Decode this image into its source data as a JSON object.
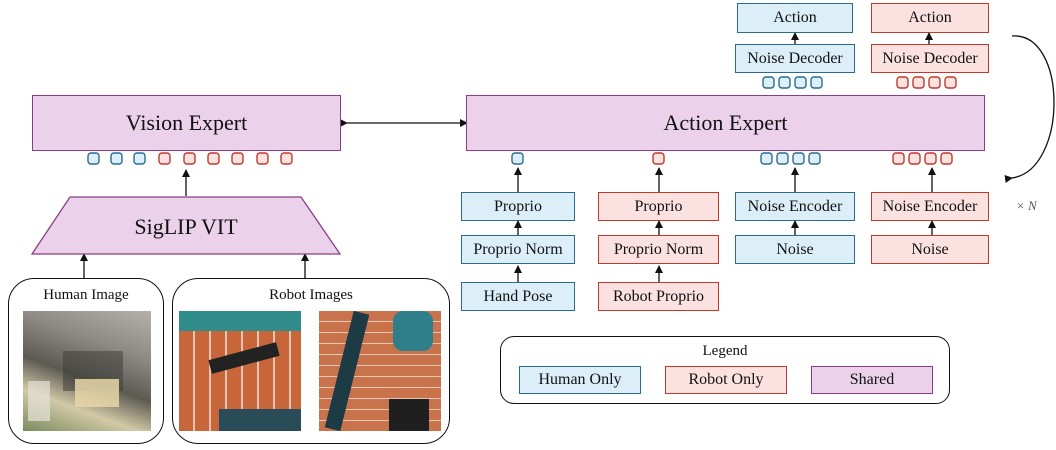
{
  "colors": {
    "human": "#dceff9",
    "human_border": "#2a6b90",
    "robot": "#fbe1e0",
    "robot_border": "#c0392b",
    "shared": "#ecd1ea",
    "shared_border": "#8a3d88"
  },
  "vision_expert": "Vision Expert",
  "action_expert": "Action Expert",
  "siglip": "SigLIP VIT",
  "human_image": "Human Image",
  "robot_images": "Robot Images",
  "human_stack": {
    "proprio": "Proprio",
    "proprio_norm": "Proprio Norm",
    "hand_pose": "Hand Pose"
  },
  "robot_stack": {
    "proprio": "Proprio",
    "proprio_norm": "Proprio Norm",
    "robot_proprio": "Robot Proprio"
  },
  "noise_human": {
    "encoder": "Noise Encoder",
    "noise": "Noise"
  },
  "noise_robot": {
    "encoder": "Noise Encoder",
    "noise": "Noise"
  },
  "decoder_human": {
    "decoder": "Noise Decoder",
    "action": "Action"
  },
  "decoder_robot": {
    "decoder": "Noise Decoder",
    "action": "Action"
  },
  "repeat": "× N",
  "legend": {
    "title": "Legend",
    "human": "Human Only",
    "robot": "Robot Only",
    "shared": "Shared"
  }
}
